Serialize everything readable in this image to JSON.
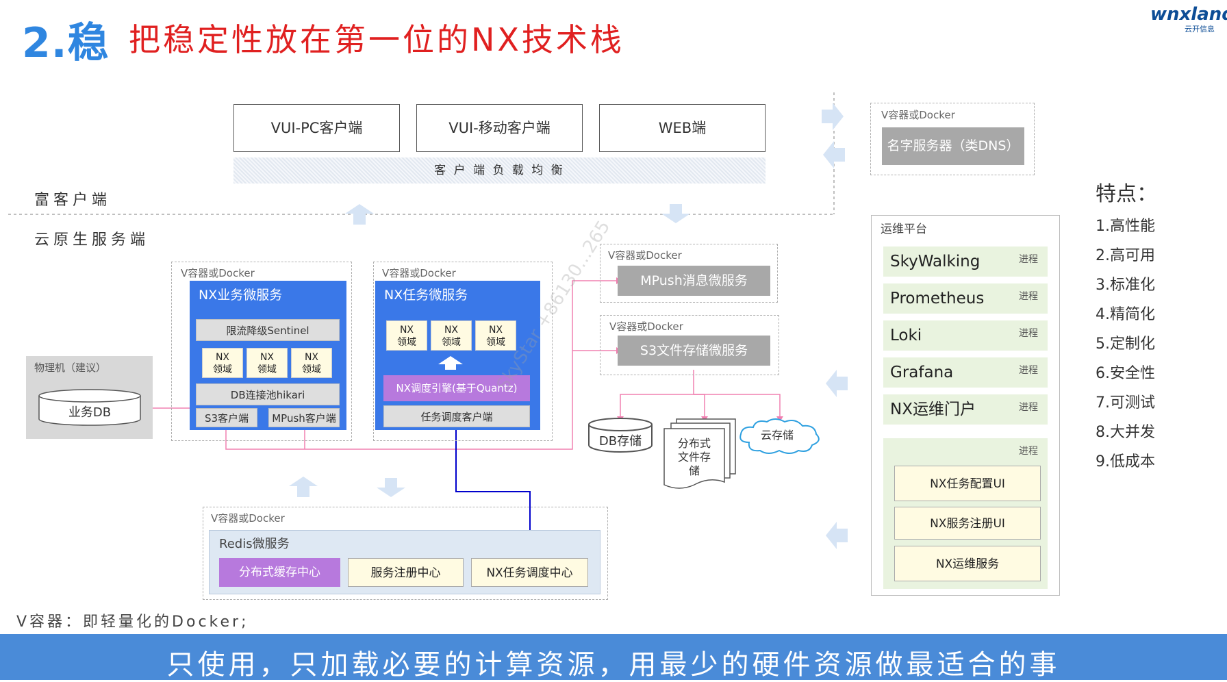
{
  "header": {
    "number": "2.稳",
    "title": "把稳定性放在第一位的NX技术栈"
  },
  "logo": {
    "brand": "wnxland",
    "sub": "云开信息"
  },
  "clients": {
    "pc": "VUI-PC客户端",
    "mobile": "VUI-移动客户端",
    "web": "WEB端",
    "lb": "客 户 端 负 载 均 衡"
  },
  "sections": {
    "rich": "富客户端",
    "cloud": "云原生服务端"
  },
  "docker_label": "V容器或Docker",
  "nameserver": "名字服务器（类DNS）",
  "physical": {
    "label": "物理机（建议）",
    "db": "业务DB"
  },
  "nx_biz": {
    "title": "NX业务微服务",
    "sentinel": "限流降级Sentinel",
    "domains": [
      "NX\n领域",
      "NX\n领域",
      "NX\n领域"
    ],
    "hikari": "DB连接池hikari",
    "s3": "S3客户端",
    "mpush": "MPush客户端"
  },
  "nx_task": {
    "title": "NX任务微服务",
    "domains": [
      "NX\n领域",
      "NX\n领域",
      "NX\n领域"
    ],
    "engine": "NX调度引擎(基于Quantz)",
    "client": "任务调度客户端"
  },
  "mpush_service": "MPush消息微服务",
  "s3_service": "S3文件存储微服务",
  "storage": {
    "db": "DB存储",
    "file": "分布式\n文件存\n储",
    "cloud": "云存储"
  },
  "redis": {
    "title": "Redis微服务",
    "cache": "分布式缓存中心",
    "registry": "服务注册中心",
    "scheduler": "NX任务调度中心"
  },
  "ops": {
    "title": "运维平台",
    "process_label": "进程",
    "items": [
      "SkyWalking",
      "Prometheus",
      "Loki",
      "Grafana",
      "NX运维门户"
    ],
    "sub_items": [
      "NX任务配置UI",
      "NX服务注册UI",
      "NX运维服务"
    ]
  },
  "features": {
    "title": "特点：",
    "items": [
      "1.高性能",
      "2.高可用",
      "3.标准化",
      "4.精简化",
      "5.定制化",
      "6.安全性",
      "7.可测试",
      "8.大并发",
      "9.低成本"
    ]
  },
  "footnote": "V容器：即轻量化的Docker;",
  "banner": "只使用，只加载必要的计算资源，用最少的硬件资源做最适合的事",
  "watermark": "SkyStar +86130...265",
  "colors": {
    "blue_title": "#2f86e0",
    "red_title": "#e02020",
    "panel_blue": "#3a78e8",
    "banner_blue": "#4a8bd8",
    "pink_line": "#f080b0",
    "blue_line": "#0000cc",
    "ops_green": "#e9f3df"
  }
}
